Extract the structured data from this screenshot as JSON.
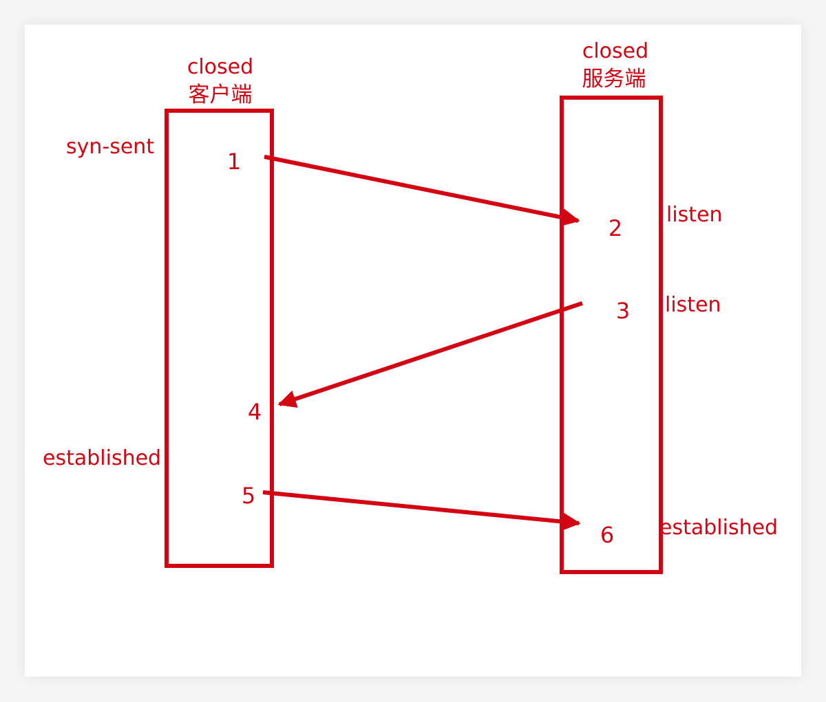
{
  "colors": {
    "accent": "#d40512",
    "background": "#ffffff",
    "page": "#f5f5f5"
  },
  "client": {
    "state_top": "closed",
    "title": "客户端",
    "state_syn_sent": "syn-sent",
    "state_established": "established"
  },
  "server": {
    "state_top": "closed",
    "title": "服务端",
    "state_listen_1": "listen",
    "state_listen_2": "listen",
    "state_established": "established"
  },
  "steps": [
    "1",
    "2",
    "3",
    "4",
    "5",
    "6"
  ]
}
